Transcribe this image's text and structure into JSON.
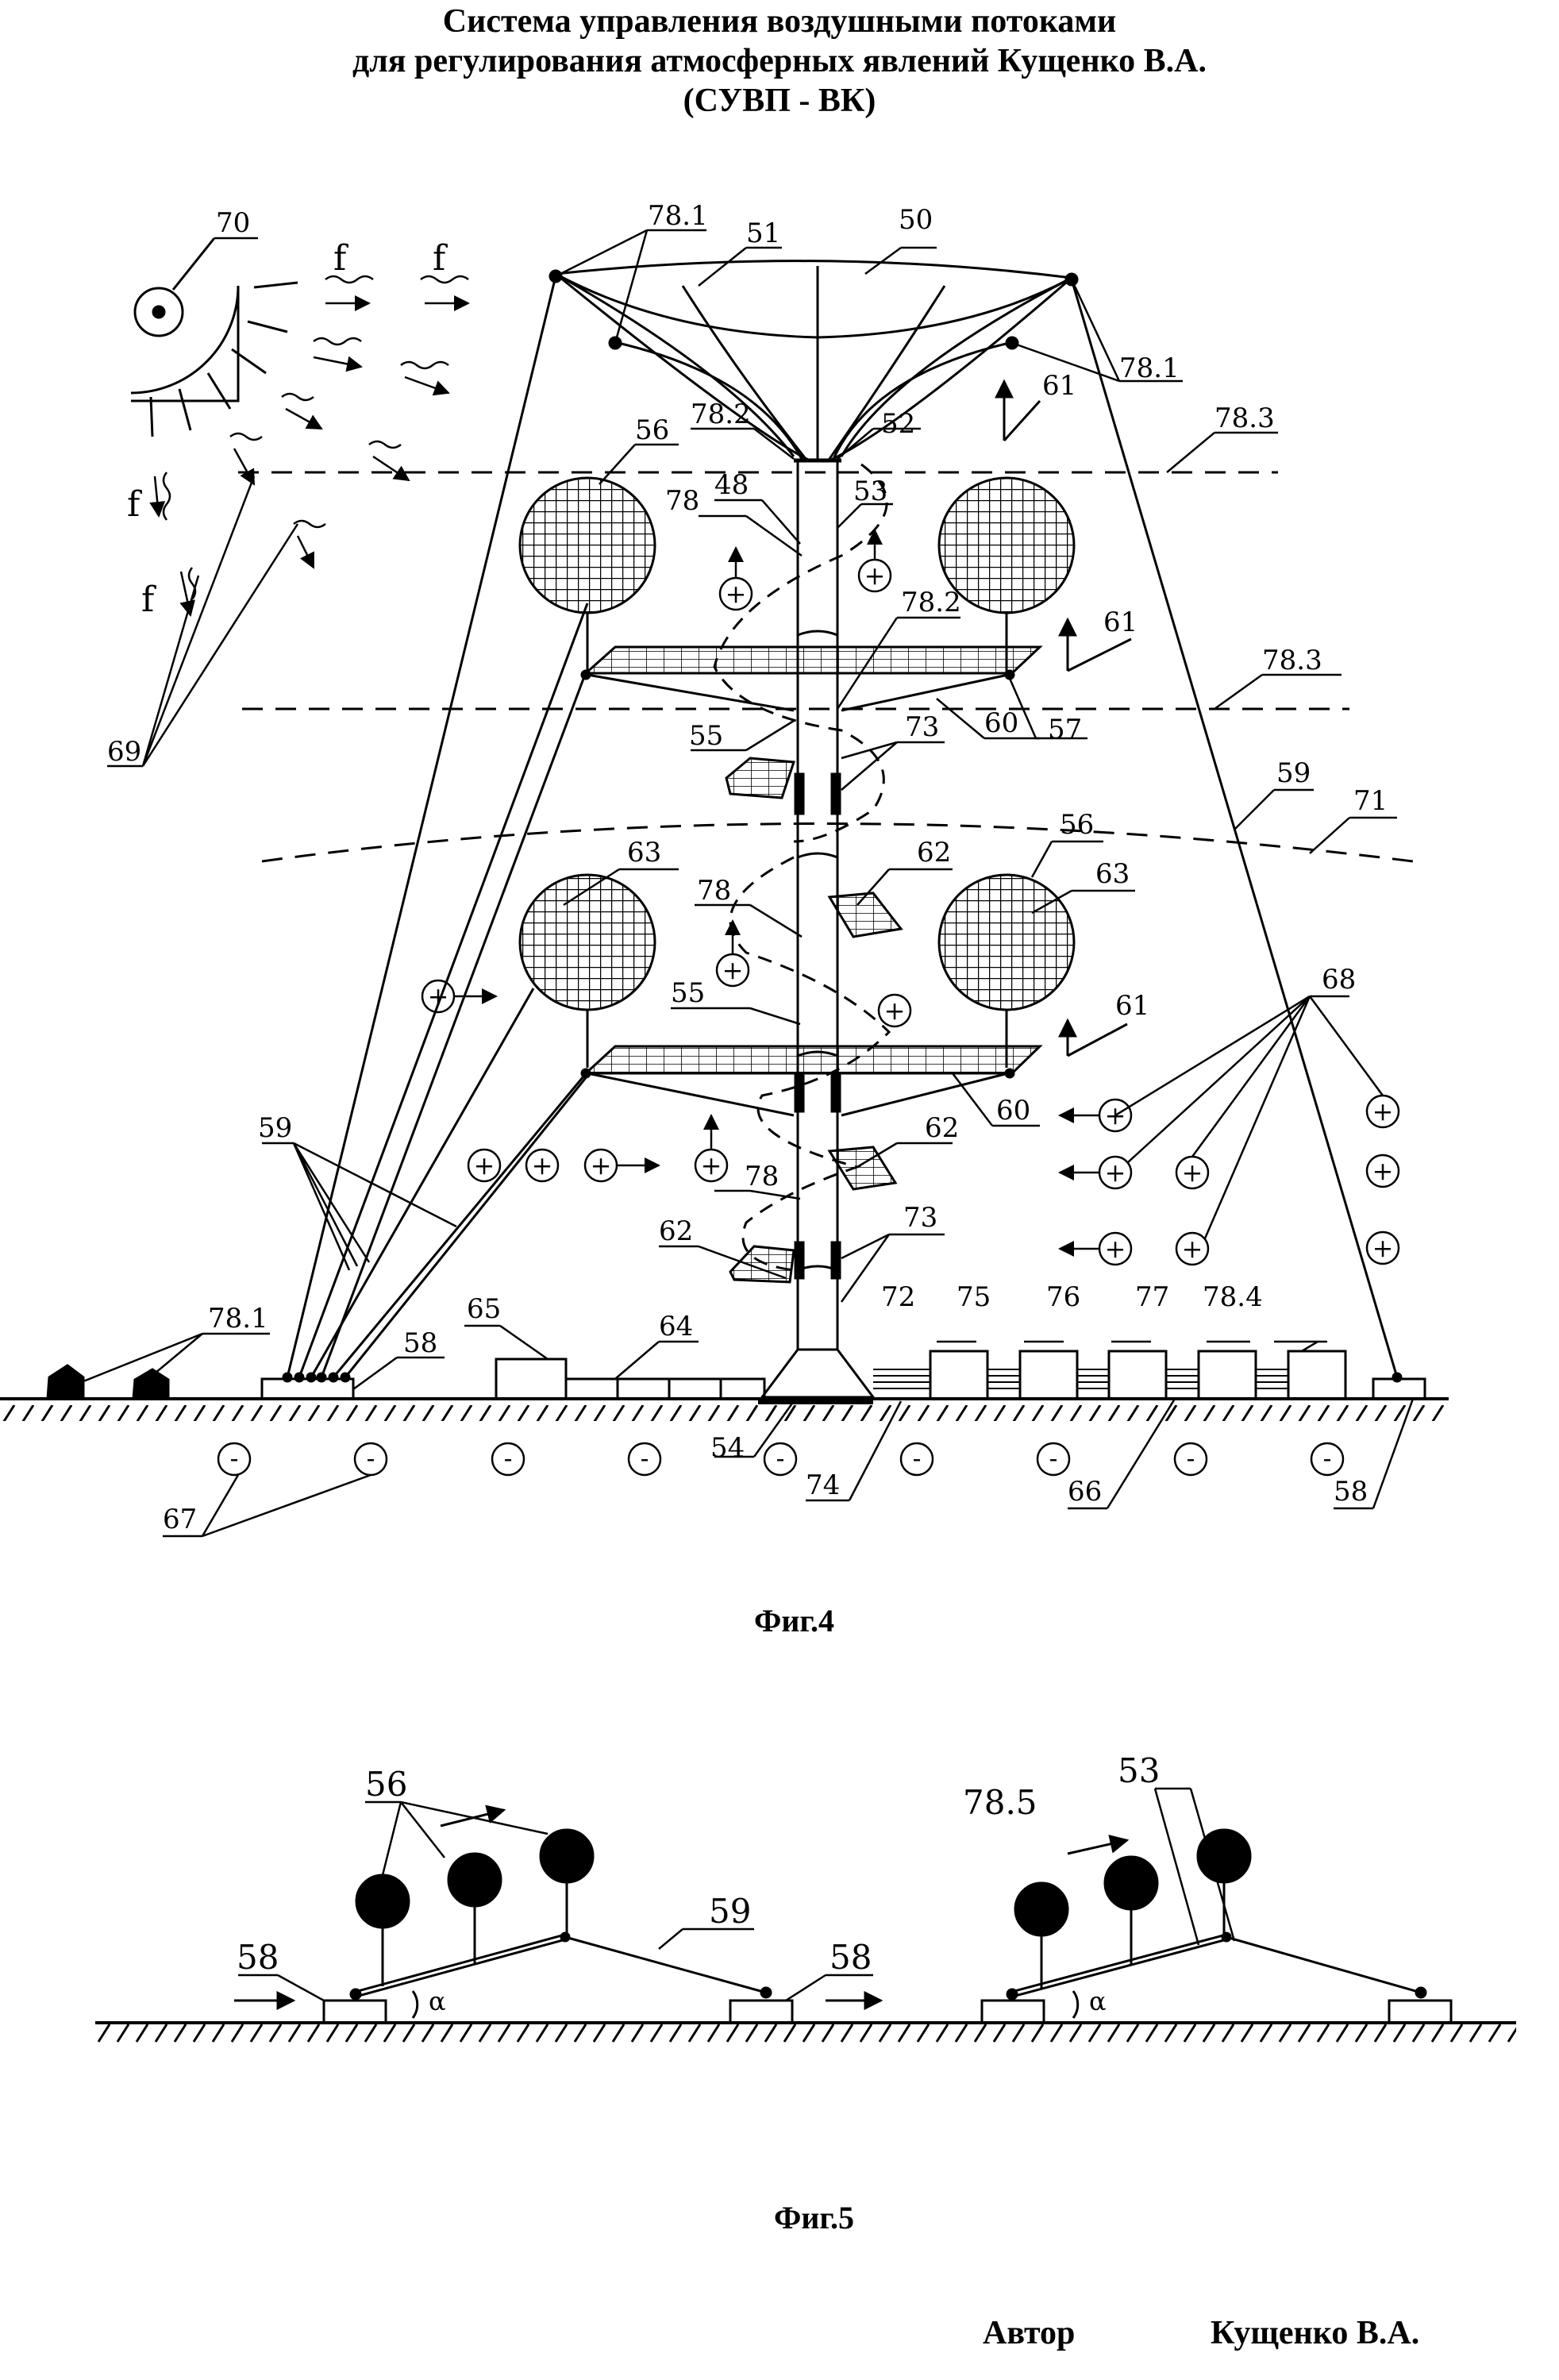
{
  "title": {
    "line1": "Система управления воздушными потоками",
    "line2": "для регулирования атмосферных явлений Кущенко В.А.",
    "line3": "(СУВП - ВК)"
  },
  "figures": {
    "fig4": {
      "caption": "Фиг.4"
    },
    "fig5": {
      "caption": "Фиг.5"
    }
  },
  "labels": {
    "l70": "70",
    "l78_1": "78.1",
    "l51": "51",
    "l50": "50",
    "l78_1b": "78.1",
    "l61": "61",
    "l78_3": "78.3",
    "l78_2": "78.2",
    "l52": "52",
    "l56": "56",
    "l48": "48",
    "l78": "78",
    "l53": "53",
    "l78_2b": "78.2",
    "l61b": "61",
    "l78_3b": "78.3",
    "l55": "55",
    "l73": "73",
    "l60": "60",
    "l57": "57",
    "l69": "69",
    "l59": "59",
    "l71": "71",
    "l63": "63",
    "l62": "62",
    "l56b": "56",
    "l63b": "63",
    "l78b": "78",
    "l55b": "55",
    "l61c": "61",
    "l68": "68",
    "l60b": "60",
    "l59b": "59",
    "l62b": "62",
    "l78c": "78",
    "l62c": "62",
    "l73b": "73",
    "l65": "65",
    "l64": "64",
    "l72": "72",
    "l75": "75",
    "l76": "76",
    "l77": "77",
    "l78_4": "78.4",
    "l78_1c": "78.1",
    "l58": "58",
    "l54": "54",
    "l74": "74",
    "l66": "66",
    "l67": "67",
    "l58b": "58",
    "f": "f",
    "plus": "+",
    "minus": "-",
    "fig5_56": "56",
    "fig5_53": "53",
    "fig5_78_5": "78.5",
    "fig5_59": "59",
    "fig5_58a": "58",
    "fig5_58b": "58",
    "alpha": "α"
  },
  "author": {
    "label": "Автор",
    "name": "Кущенко В.А."
  }
}
